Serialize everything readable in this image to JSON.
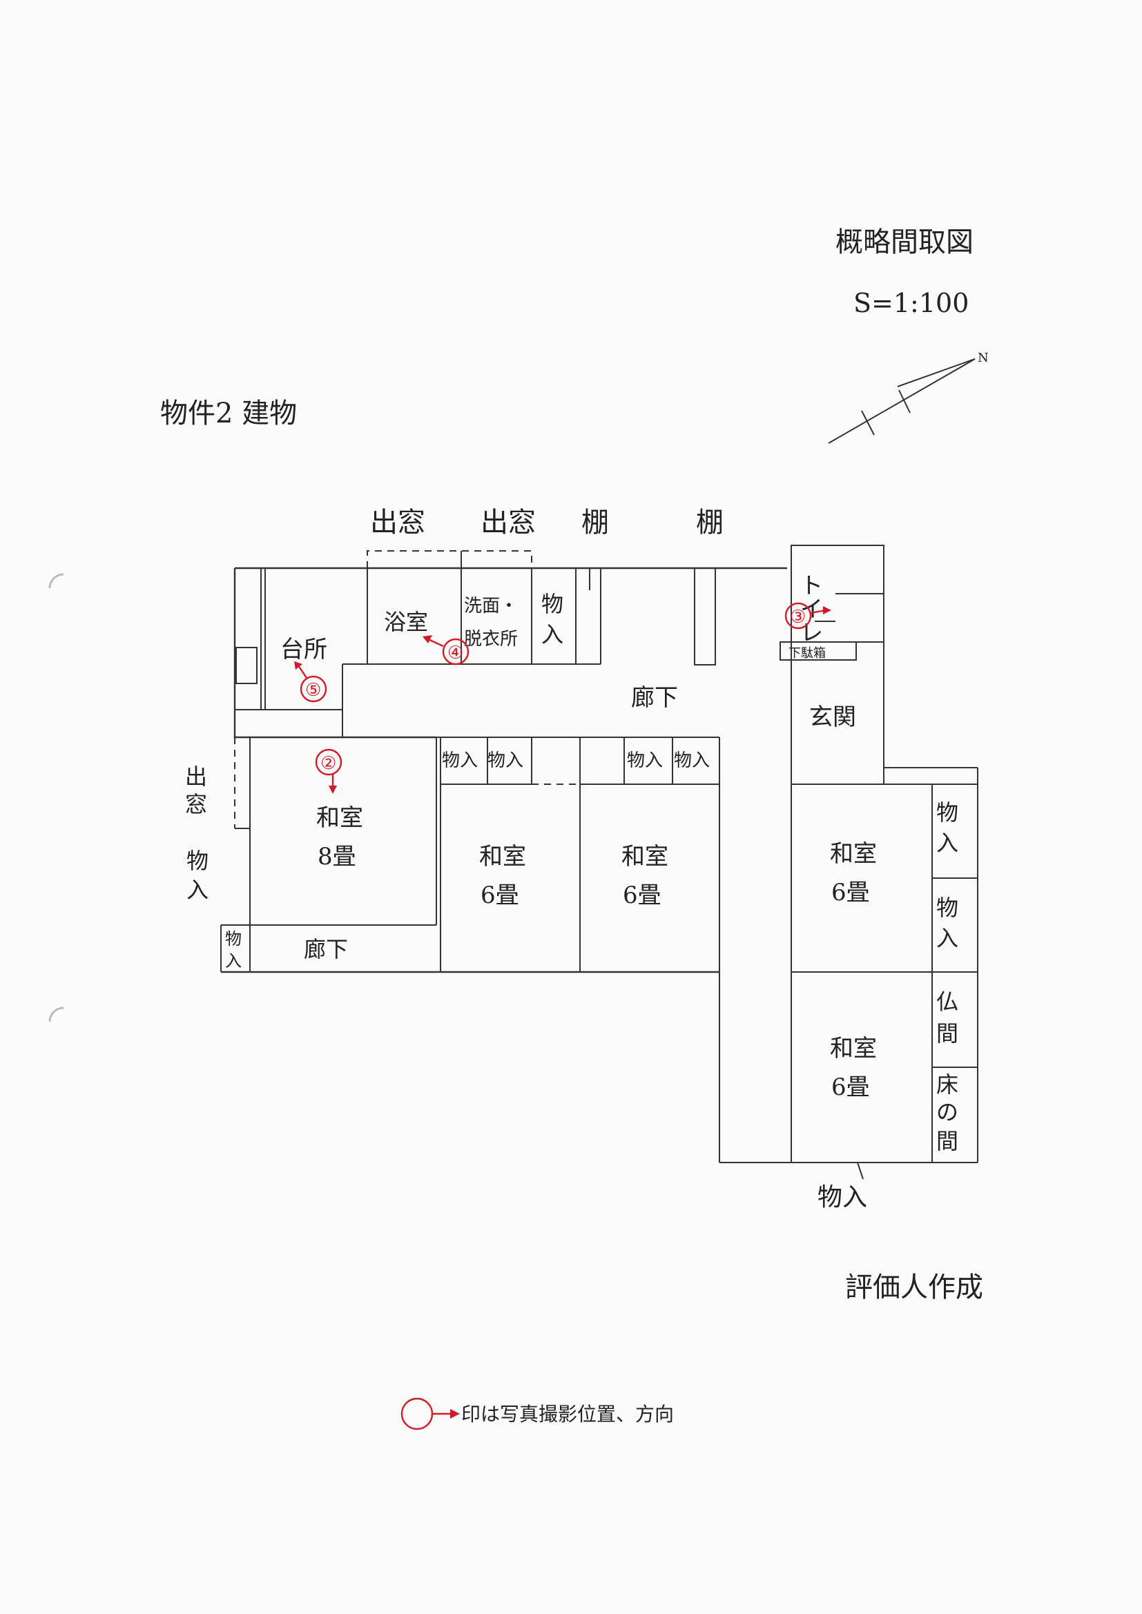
{
  "header": {
    "title": "概略間取図",
    "scale": "S=1:100",
    "subject": "物件2 建物"
  },
  "compass": {
    "north_label": "N"
  },
  "rooms": {
    "kitchen": "台所",
    "bath": "浴室",
    "washroom_top": "洗面・",
    "washroom_bottom": "脱衣所",
    "storage_top1": "物",
    "storage_top2": "入",
    "toilet": "トイレ",
    "geta": "下駄箱",
    "corridor_main": "廊下",
    "genkan": "玄関",
    "washitsu8_a": "和室",
    "washitsu8_b": "8畳",
    "washitsu6a_a": "和室",
    "washitsu6a_b": "6畳",
    "washitsu6b_a": "和室",
    "washitsu6b_b": "6畳",
    "washitsu6c_a": "和室",
    "washitsu6c_b": "6畳",
    "washitsu6d_a": "和室",
    "washitsu6d_b": "6畳",
    "corridor_left": "廊下",
    "oshiire_small1": "物入",
    "oshiire_small2": "物入",
    "oshiire_small3": "物入",
    "oshiire_small4": "物入",
    "butsuma1": "仏",
    "butsuma2": "間",
    "tokonoma1": "床",
    "tokonoma2": "の",
    "tokonoma3": "間",
    "right_oshiire1a": "物",
    "right_oshiire1b": "入",
    "right_oshiire2a": "物",
    "right_oshiire2b": "入",
    "left_oshiire_a": "物",
    "left_oshiire_b": "入",
    "corner_oshiire_a": "物",
    "corner_oshiire_b": "入",
    "bottom_oshiire": "物入"
  },
  "exterior": {
    "demado1": "出窓",
    "demado2": "出窓",
    "tana1": "棚",
    "tana2": "棚",
    "demado_left_a": "出",
    "demado_left_b": "窓"
  },
  "photo_points": [
    "②",
    "③",
    "④",
    "⑤"
  ],
  "footer": {
    "author": "評価人作成",
    "legend": "印は写真撮影位置、方向"
  },
  "colors": {
    "marker": "#d11a2a",
    "line": "#333333"
  }
}
